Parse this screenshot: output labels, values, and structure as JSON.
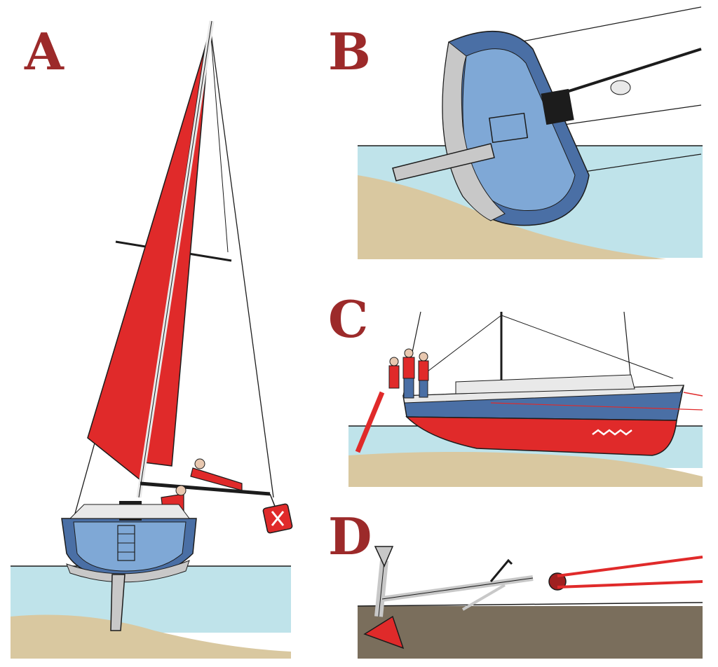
{
  "panels": {
    "a": {
      "label": "A"
    },
    "b": {
      "label": "B"
    },
    "c": {
      "label": "C"
    },
    "d": {
      "label": "D"
    }
  },
  "colors": {
    "label": "#9c2a2a",
    "water": "#bfe3ea",
    "sand": "#d9c8a0",
    "mud": "#7a6e5c",
    "hull_blue": "#4a6fa5",
    "hull_light_blue": "#7fa8d6",
    "sail_red": "#e02a2a",
    "keel_grey": "#c8c8c8",
    "outline": "#1c1c1c"
  },
  "icons": [
    "sailboat-heeled",
    "sailboat-on-side",
    "sailboat-grounded",
    "anchor-kedge",
    "crew-figures",
    "jerrycan"
  ]
}
